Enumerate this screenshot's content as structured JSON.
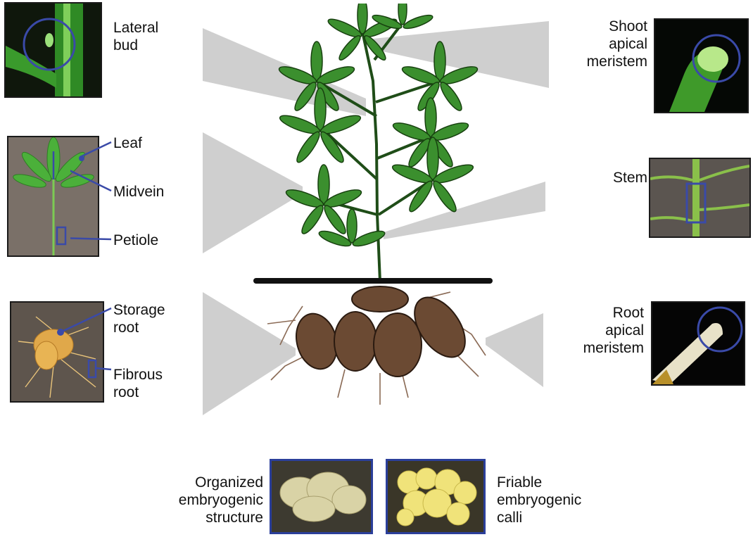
{
  "colors": {
    "annotation_blue": "#3a4aa8",
    "projection_gray": "#cfcfcf",
    "leaf_green": "#3b8f2e",
    "dark_green": "#1f5a18",
    "root_brown": "#6b4a33",
    "photo_dark": "#111111"
  },
  "icons": {
    "annotation_marker": "circle",
    "annotation_box": "rectangle",
    "annotation_dot": "dot"
  },
  "labels": {
    "lateral_bud": [
      "Lateral",
      "bud"
    ],
    "leaf": "Leaf",
    "midvein": "Midvein",
    "petiole": "Petiole",
    "storage_root": [
      "Storage",
      "root"
    ],
    "fibrous_root": [
      "Fibrous",
      "root"
    ],
    "shoot_apical_meristem": [
      "Shoot",
      "apical",
      "meristem"
    ],
    "stem": "Stem",
    "root_apical_meristem": [
      "Root",
      "apical",
      "meristem"
    ],
    "organized_embryogenic_structure": [
      "Organized",
      "embryogenic",
      "structure"
    ],
    "friable_embryogenic_calli": [
      "Friable",
      "embryogenic",
      "calli"
    ]
  }
}
